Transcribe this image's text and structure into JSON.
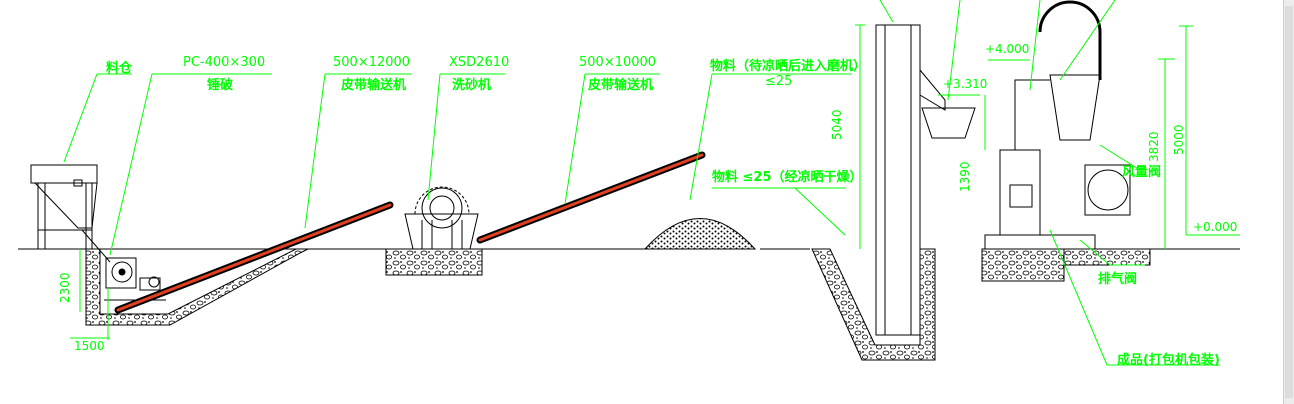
{
  "colors": {
    "green": "#00ff00",
    "black": "#000000",
    "red": "#e04020",
    "background": "#ffffff"
  },
  "labels": {
    "bin": "料仓",
    "crusher_model": "PC-400×300",
    "crusher_name": "锤破",
    "conveyor1_spec": "500×12000",
    "conveyor1_name": "皮带输送机",
    "washer_model": "XSD2610",
    "washer_name": "洗砂机",
    "conveyor2_spec": "500×10000",
    "conveyor2_name": "皮带输送机",
    "material_top": "物料（待凉晒后进入磨机）",
    "material_top_size": "≤25",
    "material_dried": "物料 ≤25（经凉晒干燥）",
    "fan_name": "风量阀",
    "exhaust_valve": "排气阀",
    "product": "成品(打包机包装)"
  },
  "dimensions": {
    "elev_4000": "+4.000",
    "elev_3310": "+3.310",
    "elev_0000": "+0.000",
    "h_5040": "5040",
    "h_3820": "3820",
    "h_5000": "5000",
    "h_2300": "2300",
    "w_1500": "1500",
    "h_1390": "1390"
  }
}
